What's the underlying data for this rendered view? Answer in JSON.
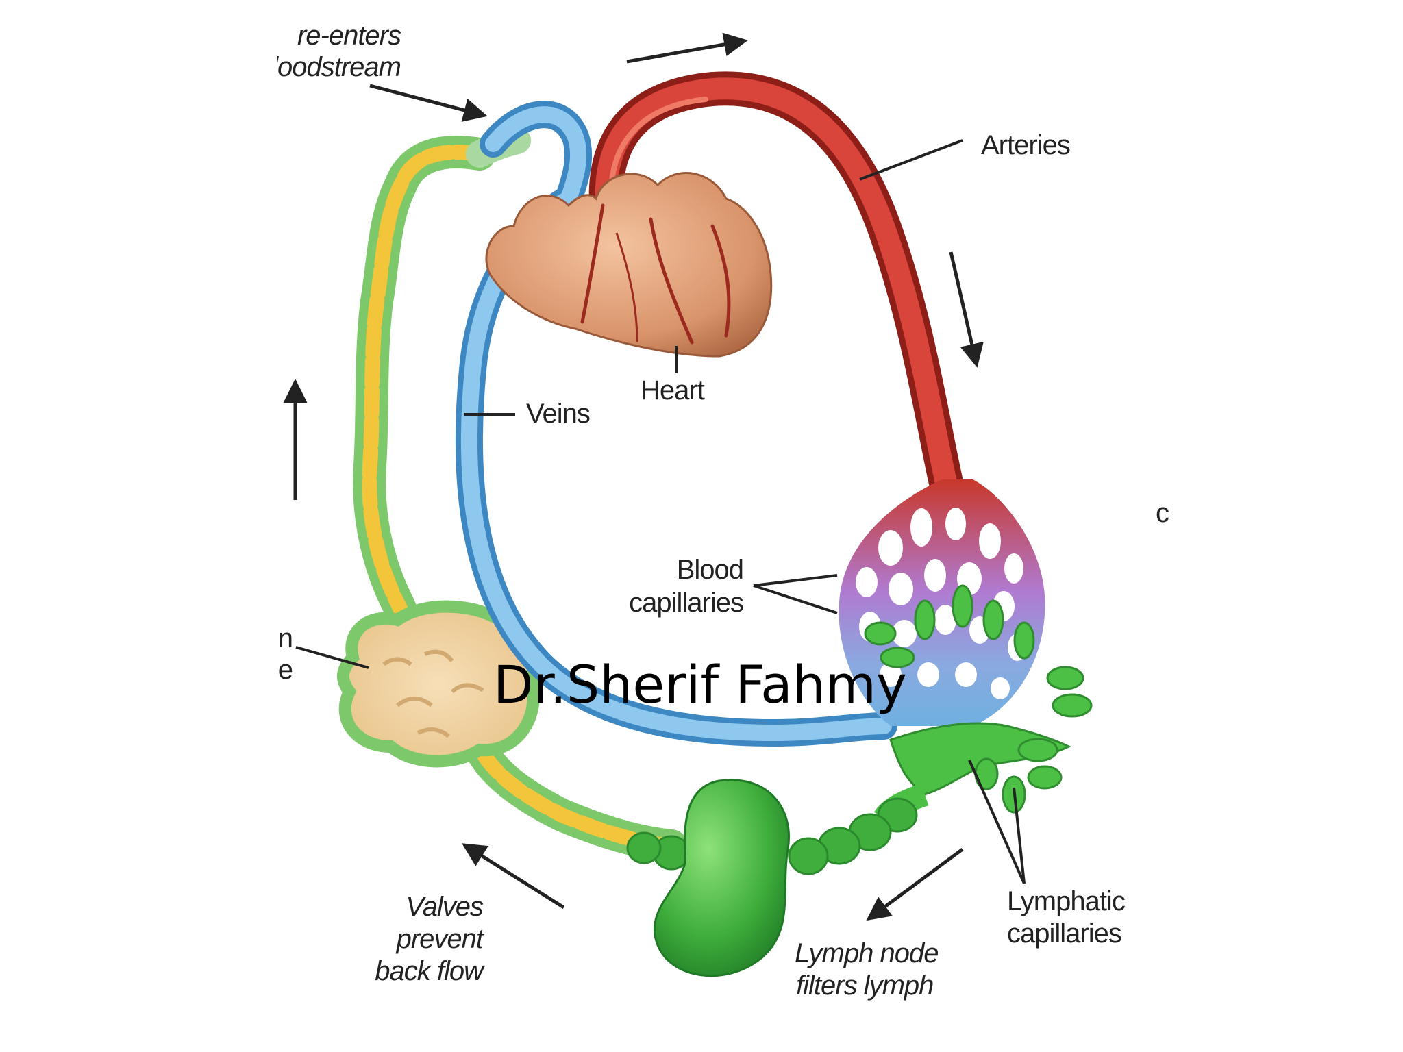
{
  "labels": {
    "reenters_line1": "re-enters",
    "reenters_line2": "bloodstream",
    "arteries": "Arteries",
    "heart": "Heart",
    "veins": "Veins",
    "blood_cap_line1": "Blood",
    "blood_cap_line2": "capillaries",
    "left_partial_line1": "n",
    "left_partial_line2": "e",
    "right_edge_glyph": "c",
    "valves_line1": "Valves",
    "valves_line2": "prevent",
    "valves_line3": "back flow",
    "lymph_node_line1": "Lymph node",
    "lymph_node_line2": "filters lymph",
    "lymph_cap_line1": "Lymphatic",
    "lymph_cap_line2": "capillaries"
  },
  "watermark": "Dr.Sherif Fahmy",
  "colors": {
    "artery": "#c8382a",
    "vein": "#5ba8dc",
    "lymph_vessel": "#7cc86a",
    "lymph_fluid": "#f2c53a",
    "lymph_node": "#3fae3c",
    "heart": "#d99a72",
    "capillary_purple": "#a68bd0"
  }
}
